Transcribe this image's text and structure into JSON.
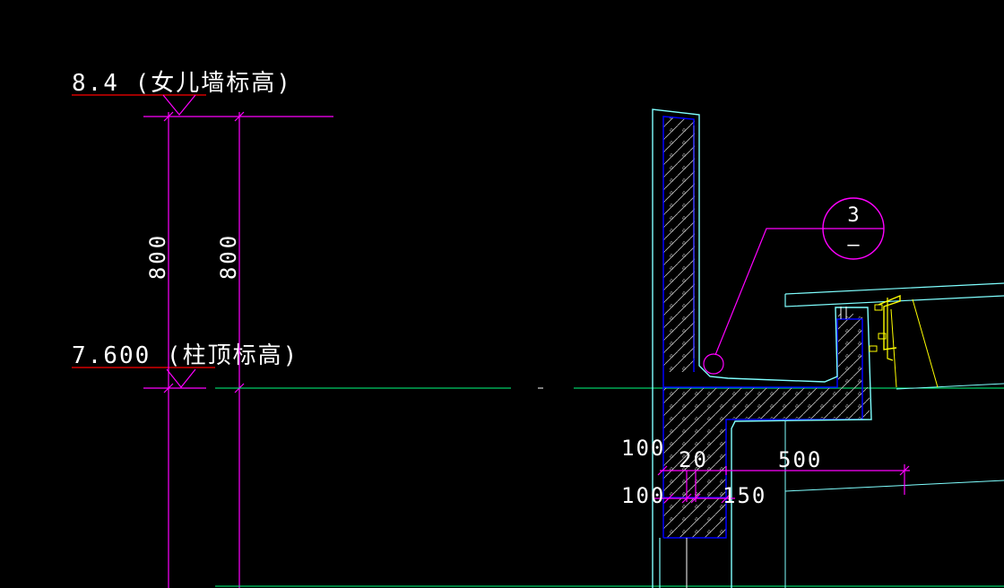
{
  "drawing": {
    "elevations": {
      "parapet_top": "8.4 (女儿墙标高)",
      "column_top": "7.600 (柱顶标高)"
    },
    "vertical_dims": [
      "800",
      "800"
    ],
    "detail_bubble": {
      "number": "3",
      "sheet": "–"
    },
    "dims": {
      "d100_upper": "100",
      "d20": "20",
      "d500": "500",
      "d100_lower": "100",
      "d150": "150"
    }
  },
  "colors": {
    "background": "#000000",
    "magenta": "#ff00ff",
    "cyan": "#7fffff",
    "blue": "#0000ff",
    "red": "#ff0000",
    "green": "#00ff7f",
    "yellow": "#ffff00",
    "white": "#ffffff",
    "hatch": "#bfbfbf"
  }
}
